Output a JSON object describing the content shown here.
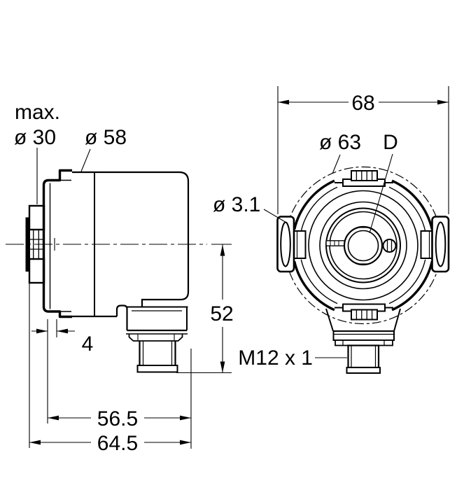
{
  "drawing": {
    "colors": {
      "line": "#000000",
      "background": "#ffffff"
    },
    "labels": {
      "max_note": "max.",
      "shaft_max_dia": "ø 30",
      "housing_dia": "ø 58",
      "width_68": "68",
      "flange_dia_63": "ø 63",
      "bore_letter": "D",
      "clamp_hole_dia": "ø 3.1",
      "height_52": "52",
      "offset_4": "4",
      "connector_thread": "M12 x 1",
      "length_56_5": "56.5",
      "length_64_5": "64.5"
    }
  }
}
